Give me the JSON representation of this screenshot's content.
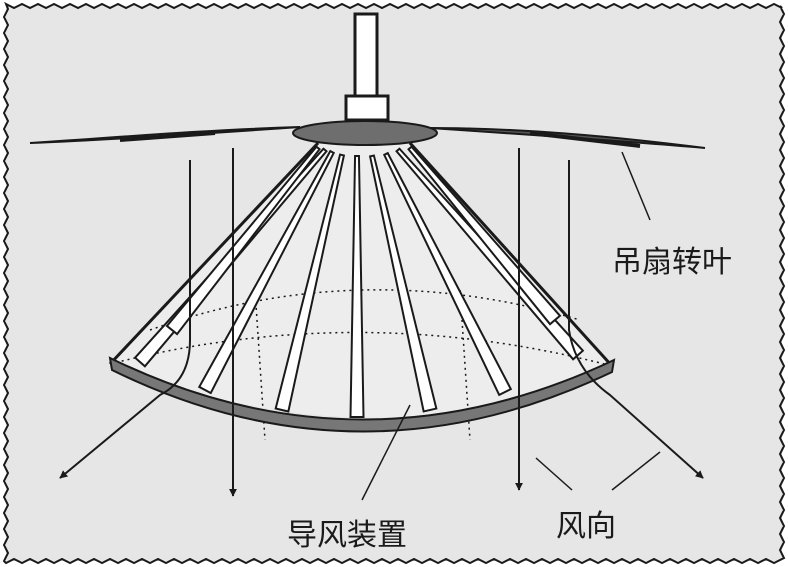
{
  "labels": {
    "fan_blades": "吊扇转叶",
    "deflector": "导风装置",
    "wind_direction": "风向"
  },
  "colors": {
    "paper": "#e6e6e6",
    "ink": "#1a1a1a",
    "cone_rim": "#777777",
    "hub": "#6e6e6e"
  }
}
